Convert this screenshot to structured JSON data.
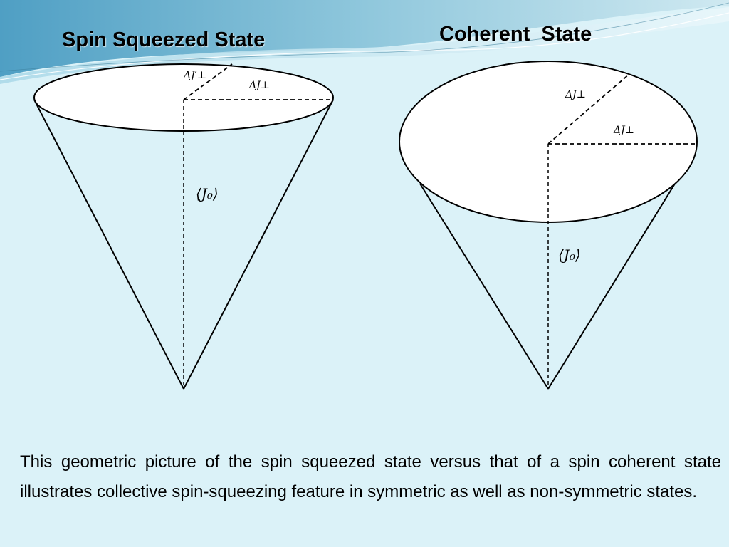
{
  "slide": {
    "title_left": "Spin Squeezed State",
    "title_right": "Coherent  State",
    "caption": "This geometric picture of the spin squeezed state versus that of a spin coherent state illustrates collective spin-squeezing feature in symmetric as well as non-symmetric states."
  },
  "left_diagram": {
    "label_minor": "ΔJ′⊥",
    "label_major": "ΔJ⊥",
    "label_axis": "⟨J₀⟩"
  },
  "right_diagram": {
    "label_diag": "ΔJ⊥",
    "label_horiz": "ΔJ⊥",
    "label_axis": "⟨J₀⟩"
  },
  "colors": {
    "background": "#dbf2f8",
    "header_swoosh": "#8fc7dc",
    "stroke": "#000000",
    "ellipse_fill": "#ffffff"
  }
}
